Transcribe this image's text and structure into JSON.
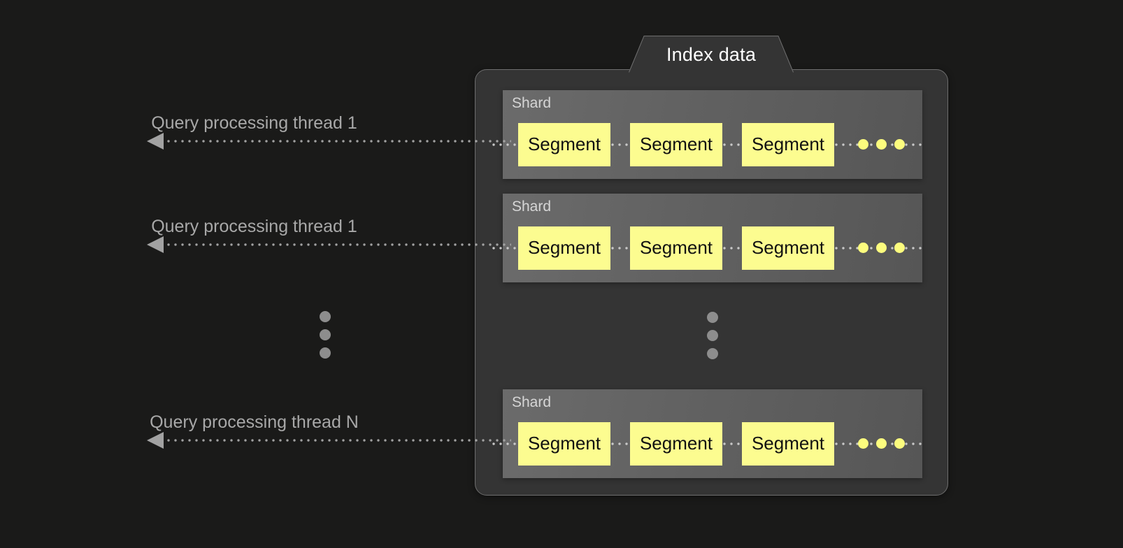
{
  "panel": {
    "tab_label": "Index data"
  },
  "shards": [
    {
      "label": "Shard",
      "segments": [
        "Segment",
        "Segment",
        "Segment"
      ],
      "ellipsis_dots": 3
    },
    {
      "label": "Shard",
      "segments": [
        "Segment",
        "Segment",
        "Segment"
      ],
      "ellipsis_dots": 3
    },
    {
      "label": "Shard",
      "segments": [
        "Segment",
        "Segment",
        "Segment"
      ],
      "ellipsis_dots": 3
    }
  ],
  "threads": [
    {
      "label": "Query processing thread 1"
    },
    {
      "label": "Query processing thread 1"
    },
    {
      "label": "Query processing thread N"
    }
  ],
  "ellipsis": {
    "left_dots": 3,
    "right_dots": 3
  },
  "colors": {
    "background": "#1a1a19",
    "panel": "#343434",
    "panel_border": "#6e6e6e",
    "shard": "#616161",
    "segment": "#fcfc90",
    "segment_text": "#111111",
    "tab_text": "#ffffff",
    "shard_label_text": "#d6d6d6",
    "thread_label_text": "#a8a8a8",
    "arrow": "#a2a2a2",
    "yellow_dot": "#fcfc7e",
    "gray_dot": "#8d8d8d"
  }
}
